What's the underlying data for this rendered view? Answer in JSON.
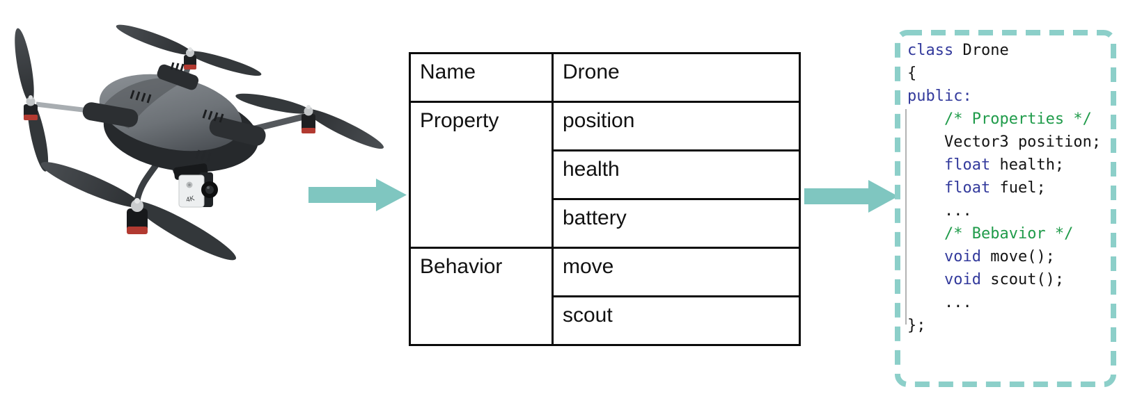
{
  "figure": {
    "description_visible_text_only": true
  },
  "drone": {
    "camera_label": "4K"
  },
  "arrows": {
    "color": "#7FC6C0"
  },
  "table": {
    "border_color": "#0b0b0b",
    "name_label": "Name",
    "name_value": "Drone",
    "property_label": "Property",
    "property_values": [
      "position",
      "health",
      "battery"
    ],
    "behavior_label": "Behavior",
    "behavior_values": [
      "move",
      "scout"
    ]
  },
  "code": {
    "border_color": "#8CCFC9",
    "keyword_color": "#333A9C",
    "comment_color": "#1F9B4A",
    "text_color": "#141414",
    "lines": [
      {
        "tokens": [
          {
            "text": "class",
            "type": "keyword"
          },
          {
            "text": " Drone",
            "type": "plain"
          }
        ]
      },
      {
        "tokens": [
          {
            "text": "{",
            "type": "plain"
          }
        ]
      },
      {
        "tokens": [
          {
            "text": "public:",
            "type": "keyword"
          }
        ]
      },
      {
        "tokens": [
          {
            "text": "    ",
            "type": "plain"
          },
          {
            "text": "/* Properties */",
            "type": "comment"
          }
        ]
      },
      {
        "tokens": [
          {
            "text": "    Vector3 position;",
            "type": "plain"
          }
        ]
      },
      {
        "tokens": [
          {
            "text": "    ",
            "type": "plain"
          },
          {
            "text": "float",
            "type": "keyword"
          },
          {
            "text": " health;",
            "type": "plain"
          }
        ]
      },
      {
        "tokens": [
          {
            "text": "    ",
            "type": "plain"
          },
          {
            "text": "float",
            "type": "keyword"
          },
          {
            "text": " fuel;",
            "type": "plain"
          }
        ]
      },
      {
        "tokens": [
          {
            "text": "    ...",
            "type": "plain"
          }
        ]
      },
      {
        "tokens": [
          {
            "text": "    ",
            "type": "plain"
          },
          {
            "text": "/* Bebavior */",
            "type": "comment"
          }
        ]
      },
      {
        "tokens": [
          {
            "text": "    ",
            "type": "plain"
          },
          {
            "text": "void",
            "type": "keyword"
          },
          {
            "text": " move();",
            "type": "plain"
          }
        ]
      },
      {
        "tokens": [
          {
            "text": "    ",
            "type": "plain"
          },
          {
            "text": "void",
            "type": "keyword"
          },
          {
            "text": " scout();",
            "type": "plain"
          }
        ]
      },
      {
        "tokens": [
          {
            "text": "    ...",
            "type": "plain"
          }
        ]
      },
      {
        "tokens": [
          {
            "text": "};",
            "type": "plain"
          }
        ]
      }
    ]
  }
}
